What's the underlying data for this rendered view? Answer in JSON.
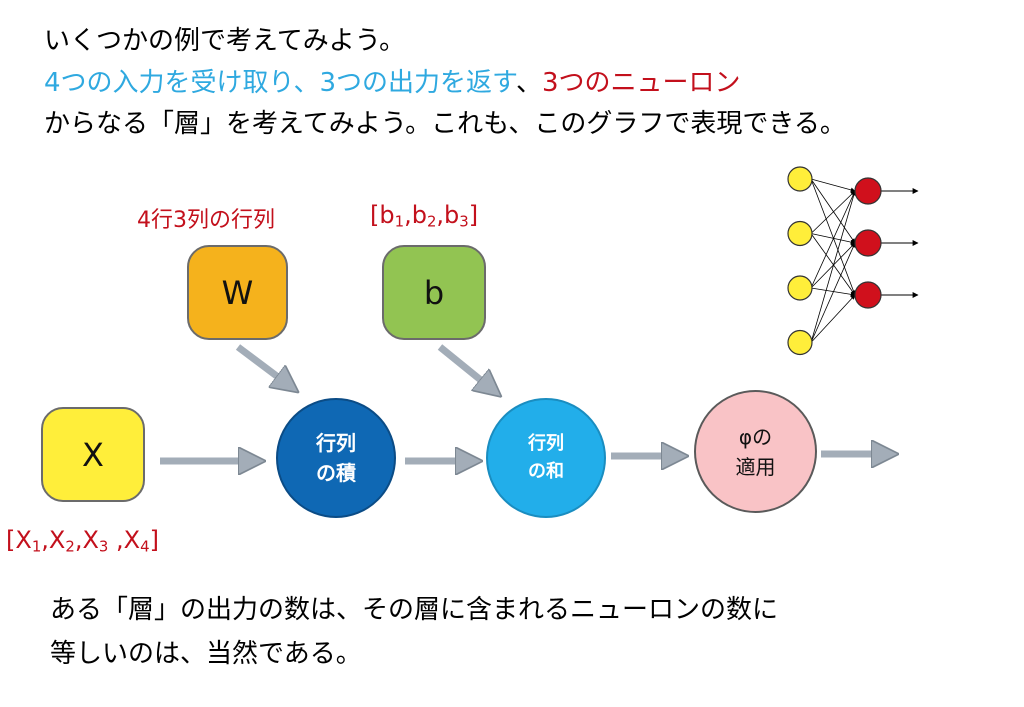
{
  "text": {
    "line1": "いくつかの例で考えてみよう。",
    "line2_blue": "4つの入力を受け取り、3つの出力を返す",
    "line2_sep": "、",
    "line2_red": "3つのニューロン",
    "line3": "からなる「層」を考えてみよう。これも、このグラフで表現できる。",
    "bottom1": "ある「層」の出力の数は、その層に含まれるニューロンの数に",
    "bottom2": "等しいのは、当然である。"
  },
  "labels": {
    "w_caption": "4行3列の行列",
    "b_caption": {
      "open": "[",
      "b": "b",
      "s1": "1",
      "c1": ",b",
      "s2": "2",
      "c2": ",b",
      "s3": "3",
      "close": "]"
    },
    "x_caption": {
      "open": "[",
      "x": "X",
      "s1": "1",
      "c1": ",X",
      "s2": "2",
      "c2": ",X",
      "s3": "3",
      "c3": " ,X",
      "s4": "4",
      "close": "]"
    }
  },
  "nodes": {
    "w": "W",
    "b": "b",
    "x": "X",
    "matmul": [
      "行列",
      "の積"
    ],
    "add": [
      "行列",
      "の和"
    ],
    "apply": [
      "φの",
      "適用"
    ]
  },
  "colors": {
    "blue_text": "#2fa9e0",
    "red_text": "#c3101c",
    "w_box": "#f5b21c",
    "b_box": "#92c452",
    "x_box": "#ffee3a",
    "matmul_circle": "#0f68b4",
    "add_circle": "#22aeea",
    "apply_circle": "#f9c3c6",
    "arrow": "#a3adb8",
    "neuron_in": "#ffee3a",
    "neuron_out": "#d0101c"
  },
  "network": {
    "inputs": 4,
    "outputs": 3
  }
}
